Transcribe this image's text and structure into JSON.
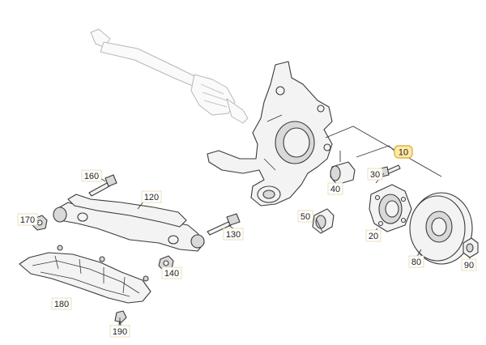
{
  "diagram": {
    "callouts": [
      {
        "id": "c10",
        "text": "10",
        "highlighted": true
      },
      {
        "id": "c20",
        "text": "20",
        "highlighted": false
      },
      {
        "id": "c30",
        "text": "30",
        "highlighted": false
      },
      {
        "id": "c40",
        "text": "40",
        "highlighted": false
      },
      {
        "id": "c50",
        "text": "50",
        "highlighted": false
      },
      {
        "id": "c80",
        "text": "80",
        "highlighted": false
      },
      {
        "id": "c90",
        "text": "90",
        "highlighted": false
      },
      {
        "id": "c120",
        "text": "120",
        "highlighted": false
      },
      {
        "id": "c130",
        "text": "130",
        "highlighted": false
      },
      {
        "id": "c140",
        "text": "140",
        "highlighted": false
      },
      {
        "id": "c160",
        "text": "160",
        "highlighted": false
      },
      {
        "id": "c170",
        "text": "170",
        "highlighted": false
      },
      {
        "id": "c180",
        "text": "180",
        "highlighted": false
      },
      {
        "id": "c190",
        "text": "190",
        "highlighted": false
      }
    ],
    "colors": {
      "highlight_fill": "#ffe9a3",
      "highlight_stroke": "#d9b64a",
      "outline": "#3a3a3a"
    }
  }
}
